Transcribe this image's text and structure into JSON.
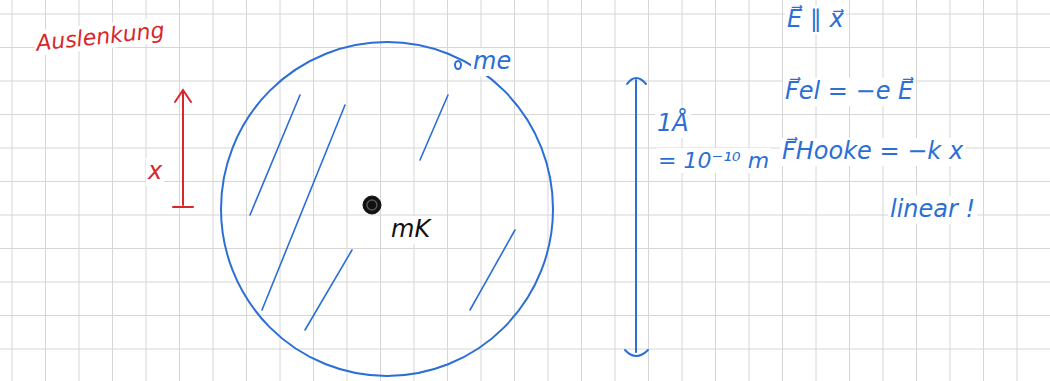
{
  "diagram": {
    "nodes": [
      {
        "text": [
          "mK",
          "me"
        ]
      }
    ],
    "labels": [
      "Auslenkung",
      "x",
      "1Å",
      "= 10⁻¹⁰ m",
      "E⃗ ∥ x⃗",
      "F⃗el = −e E⃗",
      "F⃗Hooke = −k x",
      "linear !"
    ]
  }
}
